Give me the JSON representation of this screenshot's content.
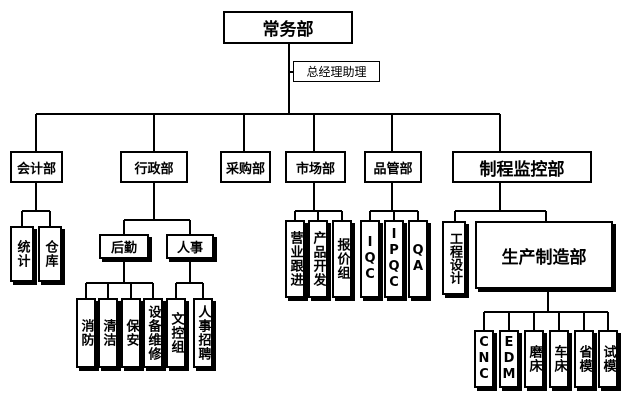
{
  "chart": {
    "root": {
      "label": "常务部"
    },
    "assistant": {
      "label": "总经理助理"
    },
    "depts": {
      "accounting": {
        "label": "会计部"
      },
      "admin": {
        "label": "行政部"
      },
      "purchasing": {
        "label": "采购部"
      },
      "marketing": {
        "label": "市场部"
      },
      "quality": {
        "label": "品管部"
      },
      "process": {
        "label": "制程监控部"
      }
    },
    "accounting_units": {
      "stats": "统计",
      "warehouse": "仓库"
    },
    "admin_groups": {
      "logistics": {
        "label": "后勤"
      },
      "hr": {
        "label": "人事"
      }
    },
    "logistics_units": {
      "fire": "消防",
      "cleaning": "清洁",
      "security": "保安",
      "maintenance": "设备维修"
    },
    "hr_units": {
      "doc_control": "文控组",
      "recruiting": "人事招聘"
    },
    "marketing_units": {
      "sales_follow": "营业跟进",
      "product_dev": "产品开发",
      "quote": "报价组"
    },
    "quality_units": {
      "iqc": "IQC",
      "ipqc": "IPQC",
      "qa": "QA"
    },
    "process_units": {
      "engineering": "工程设计",
      "production": {
        "label": "生产制造部"
      }
    },
    "production_units": {
      "cnc": "CNC",
      "edm": "EDM",
      "grinding": "磨床",
      "lathe": "车床",
      "save_mold": "省模",
      "trial_mold": "试模"
    }
  }
}
